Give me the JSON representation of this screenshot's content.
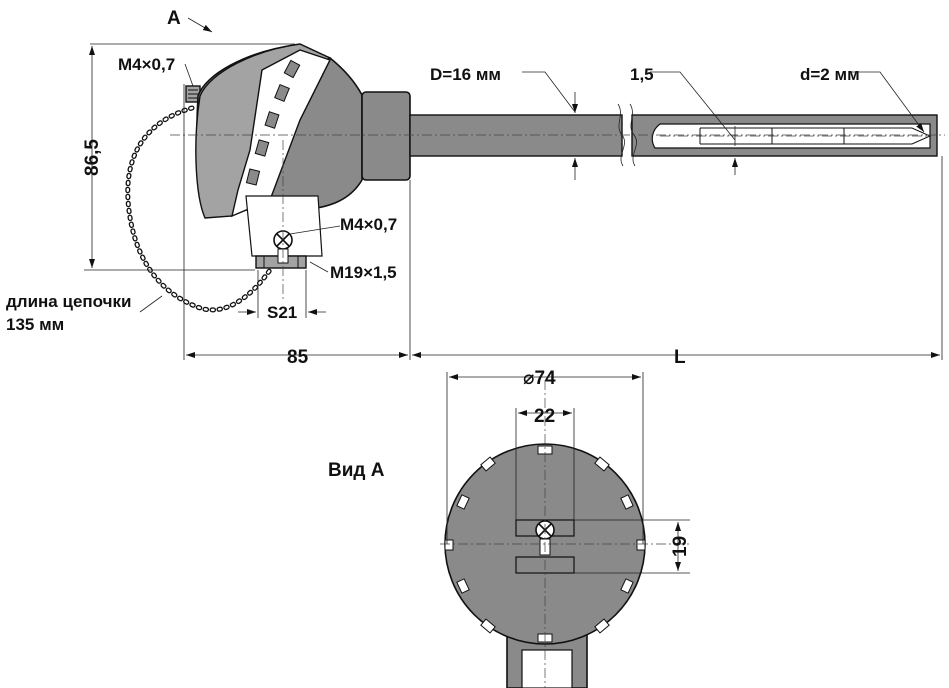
{
  "labels": {
    "view_arrow": "A",
    "screw_top": "M4×0,7",
    "height": "86,5",
    "chain_length_line1": "длина цепочки",
    "chain_length_line2": "135 мм",
    "head_width": "85",
    "wrench_size": "S21",
    "screw_bottom": "M4×0,7",
    "thread": "M19×1,5",
    "tube_diameter": "D=16 мм",
    "wall": "1,5",
    "sensor_diameter": "d=2 мм",
    "length": "L",
    "view_title": "Вид А",
    "cover_diameter": "⌀74",
    "block_width": "22",
    "block_height": "19"
  },
  "colors": {
    "body": "#8a8a8a",
    "body_light": "#a3a3a3",
    "line": "#111111",
    "background": "#ffffff"
  }
}
